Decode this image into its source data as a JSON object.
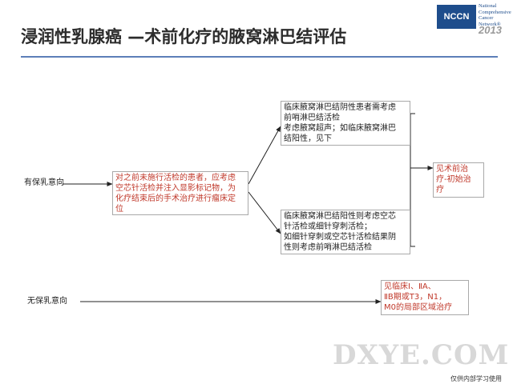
{
  "slide": {
    "title": "浸润性乳腺癌 —术前化疗的腋窝淋巴结评估"
  },
  "logo": {
    "abbr": "NCCN",
    "subtitle": "National\nComprehensive\nCancer\nNetwork®",
    "year": "2013"
  },
  "flow": {
    "branch_breast": "有保乳意向",
    "branch_no_breast": "无保乳意向",
    "before_therapy": [
      "对之前未施行活检的患者，应考虑",
      "空芯针活检并注入显影标记物，为",
      "化疗结束后的手术治疗进行瘤床定",
      "位"
    ],
    "negative": [
      "临床腋窝淋巴结阴性患者需考虑",
      "前哨淋巴结活检",
      "考虑腋窝超声；如临床腋窝淋巴",
      "结阳性，见下"
    ],
    "positive": [
      "临床腋窝淋巴结阳性则考虑空芯",
      "针活检或细针穿刺活检；",
      "如细针穿刺或空芯针活检结果阴",
      "性则考虑前哨淋巴结活检"
    ],
    "preop": [
      "见术前治",
      "疗-初始治",
      "疗"
    ],
    "local": [
      "见临床Ⅰ、ⅡA、",
      "ⅡB期或T3，N1，",
      "M0的局部区域治疗"
    ]
  },
  "footer": {
    "watermark": "DXYE.COM",
    "note": "仅供内部学习使用"
  }
}
